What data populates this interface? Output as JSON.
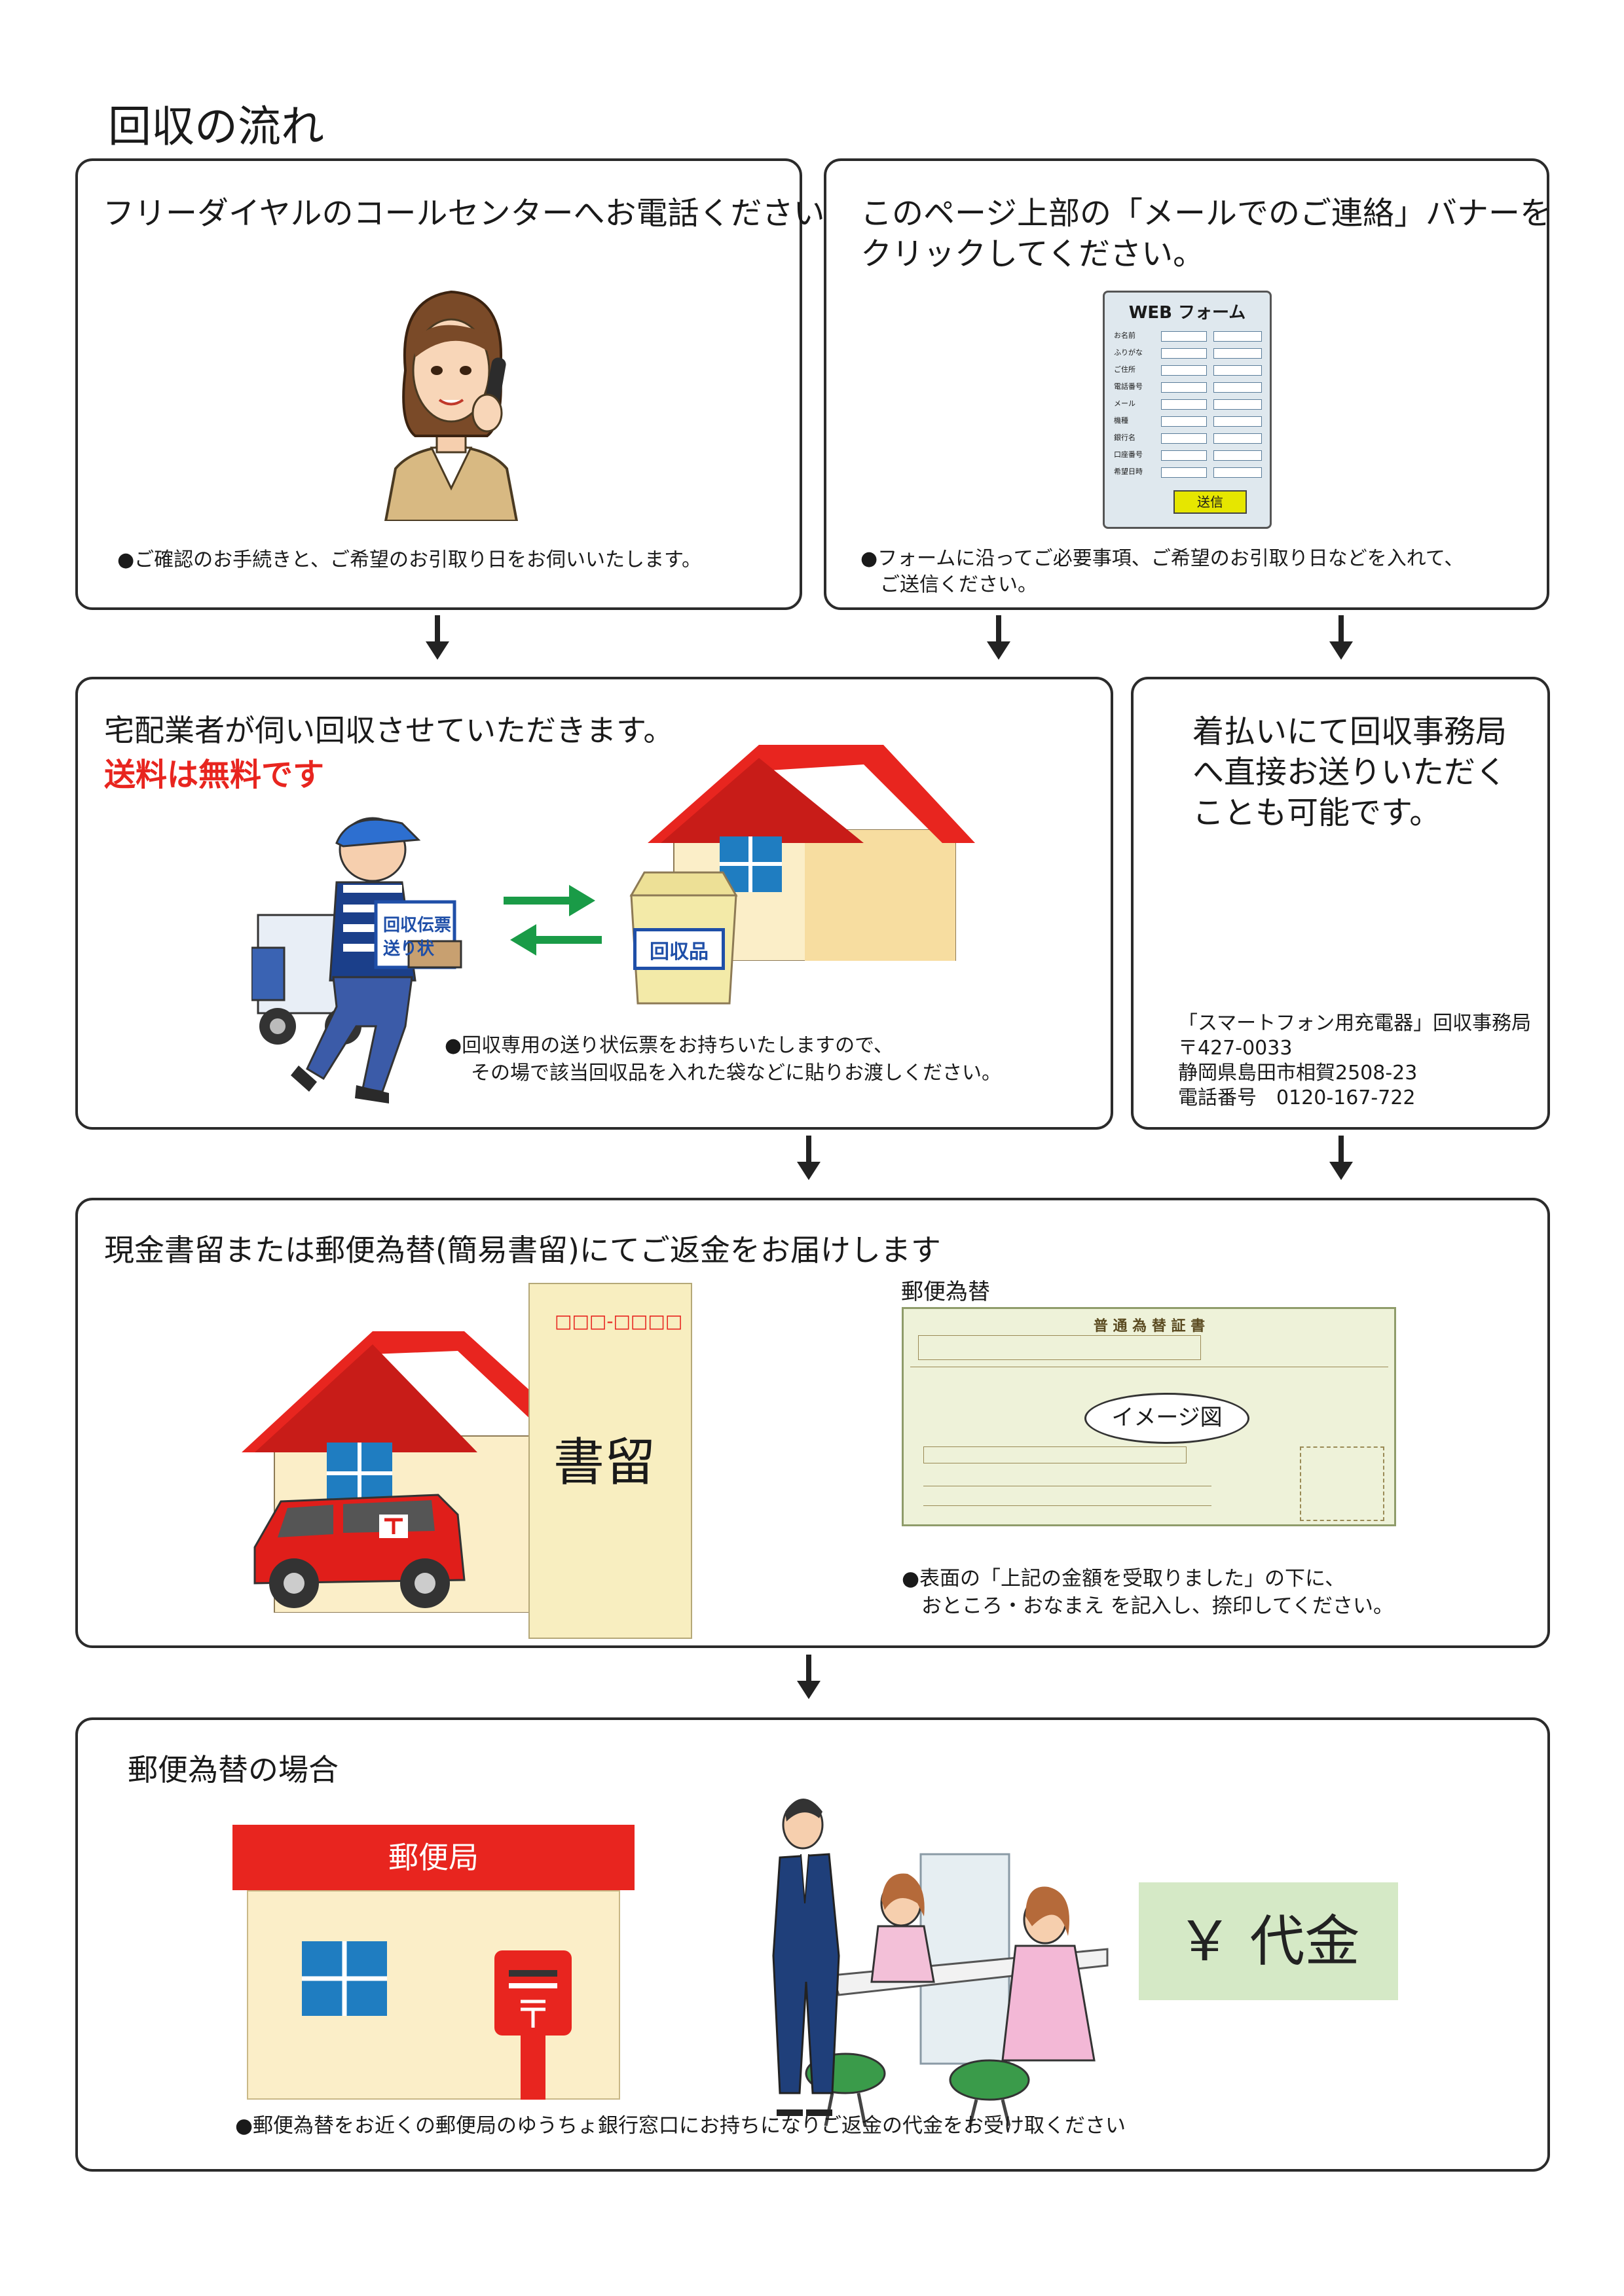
{
  "page_title": "回収の流れ",
  "step1": {
    "heading": "フリーダイヤルのコールセンターへお電話ください。",
    "note": "●ご確認のお手続きと、ご希望のお引取り日をお伺いいたします。"
  },
  "step2": {
    "heading_line1": "このページ上部の「メールでのご連絡」バナーを",
    "heading_line2": "クリックしてください。",
    "form_title": "WEB フォーム",
    "form_fields": [
      "お名前",
      "ふりがな",
      "ご住所",
      "電話番号",
      "メール",
      "機種",
      "銀行名",
      "口座番号",
      "希望日時"
    ],
    "submit_label": "送信",
    "note_line1": "●フォームに沿ってご必要事項、ご希望のお引取り日などを入れて、",
    "note_line2": "ご送信ください。"
  },
  "step3": {
    "heading": "宅配業者が伺い回収させていただきます。",
    "free_text": "送料は無料です",
    "slip_label_line1": "回収伝票",
    "slip_label_line2": "送り状",
    "bag_label": "回収品",
    "note_line1": "●回収専用の送り状伝票をお持ちいたしますので、",
    "note_line2": "その場で該当回収品を入れた袋などに貼りお渡しください。"
  },
  "step3b": {
    "heading_line1": "着払いにて回収事務局",
    "heading_line2": "へ直接お送りいただく",
    "heading_line3": "ことも可能です。",
    "address_line1": "「スマートフォン用充電器」回収事務局",
    "address_line2": "〒427-0033",
    "address_line3": "静岡県島田市相賀2508-23",
    "address_line4": "電話番号　0120-167-722"
  },
  "step4": {
    "heading": "現金書留または郵便為替(簡易書留)にてご返金をお届けします",
    "envelope_code": "□□□-□□□□",
    "envelope_label": "書留",
    "money_order_caption": "郵便為替",
    "certificate_title": "普 通 為 替 証 書",
    "image_label": "イメージ図",
    "note_line1": "●表面の「上記の金額を受取りました」の下に、",
    "note_line2": "おところ・おなまえ を記入し、捺印してください。"
  },
  "step5": {
    "heading": "郵便為替の場合",
    "post_office_sign": "郵便局",
    "payment_label": "￥ 代金",
    "note": "●郵便為替をお近くの郵便局のゆうちょ銀行窓口にお持ちになりご返金の代金をお受け取ください"
  },
  "colors": {
    "border": "#2b2b2b",
    "accent_red": "#e8251f",
    "arrow_green": "#1a9b47",
    "wall_cream": "#fbeec8",
    "window_blue": "#1f7dc1",
    "payment_bg": "#d5e9c6"
  }
}
